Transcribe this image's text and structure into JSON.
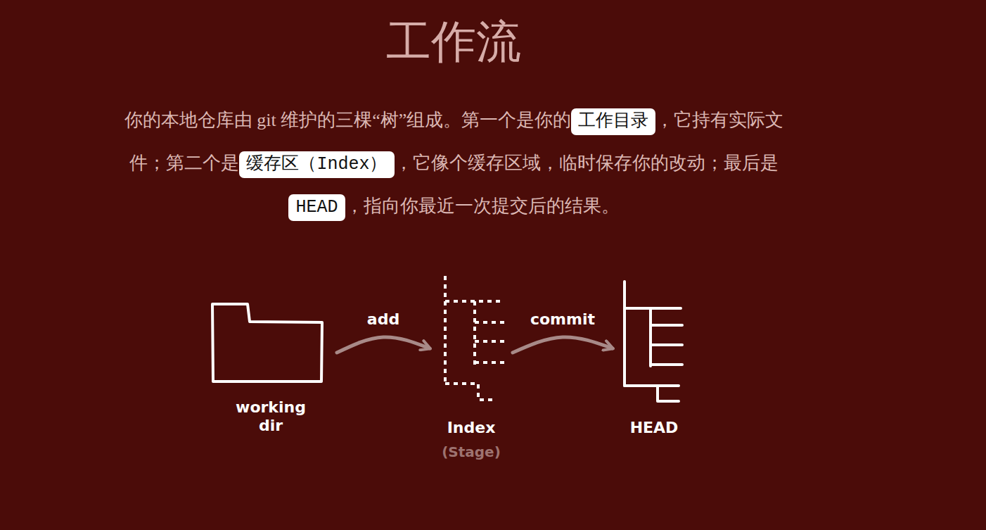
{
  "diagram": {
    "title": "工作流",
    "nodes": [
      {
        "text": [
          "工作目录"
        ]
      },
      {
        "text": [
          "缓存区（Index）"
        ]
      },
      {
        "text": [
          "HEAD"
        ]
      },
      {
        "text": [
          "working dir"
        ]
      },
      {
        "text": [
          "Index",
          "(Stage)"
        ]
      },
      {
        "text": [
          "HEAD"
        ]
      }
    ],
    "edges": [
      {
        "from": 3,
        "to": 4,
        "label": "add",
        "arrow": "to"
      },
      {
        "from": 4,
        "to": 5,
        "label": "commit",
        "arrow": "to"
      }
    ],
    "labels": [
      "你的本地仓库由 git 维护的三棵“树”组成。第一个是你的",
      "，它持有实际文件；第二个是",
      "，它像个缓存区域，临时保存你的改动；最后是",
      "，指向你最近一次提交后的结果。"
    ]
  }
}
